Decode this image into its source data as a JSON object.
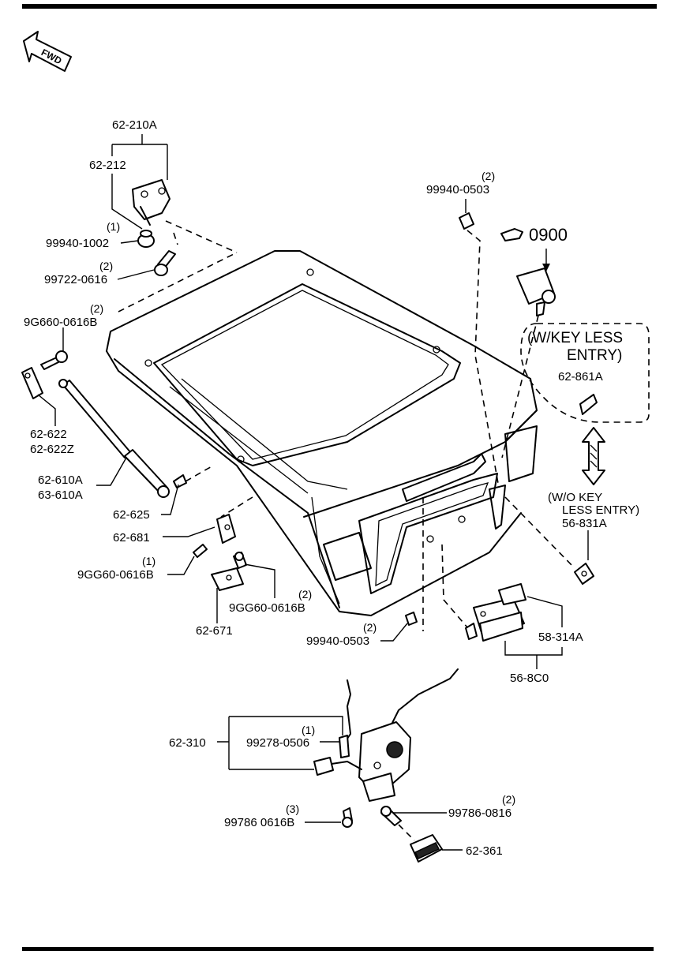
{
  "fwd_label": "FWD",
  "key_less": {
    "with_title_line1": "(W/KEY LESS",
    "with_title_line2": "ENTRY)",
    "with_part": "62-861A",
    "without_title_line1": "(W/O KEY",
    "without_title_line2": "LESS ENTRY)",
    "without_part": "56-831A"
  },
  "labels": {
    "l_62_210A": "62-210A",
    "l_62_212": "62-212",
    "q_1_a": "(1)",
    "l_99940_1002": "99940-1002",
    "q_2_a": "(2)",
    "l_99722_0616": "99722-0616",
    "q_2_b": "(2)",
    "l_9G660_0616B": "9G660-0616B",
    "l_62_622": "62-622",
    "l_62_622Z": "62-622Z",
    "l_62_610A": "62-610A",
    "l_63_610A": "63-610A",
    "l_62_625": "62-625",
    "l_62_681": "62-681",
    "q_1_b": "(1)",
    "l_9GG60_0616B_a": "9GG60-0616B",
    "q_2_c": "(2)",
    "l_9GG60_0616B_b": "9GG60-0616B",
    "l_62_671": "62-671",
    "q_2_d": "(2)",
    "l_99940_0503_a": "99940-0503",
    "q_2_e": "(2)",
    "l_99940_0503_b": "99940-0503",
    "l_0900": "0900",
    "l_58_314A": "58-314A",
    "l_56_8C0": "56-8C0",
    "l_62_310": "62-310",
    "q_1_c": "(1)",
    "l_99278_0506": "99278-0506",
    "q_3": "(3)",
    "l_99786_0616B": "99786 0616B",
    "q_2_f": "(2)",
    "l_99786_0816": "99786-0816",
    "l_62_361": "62-361"
  }
}
